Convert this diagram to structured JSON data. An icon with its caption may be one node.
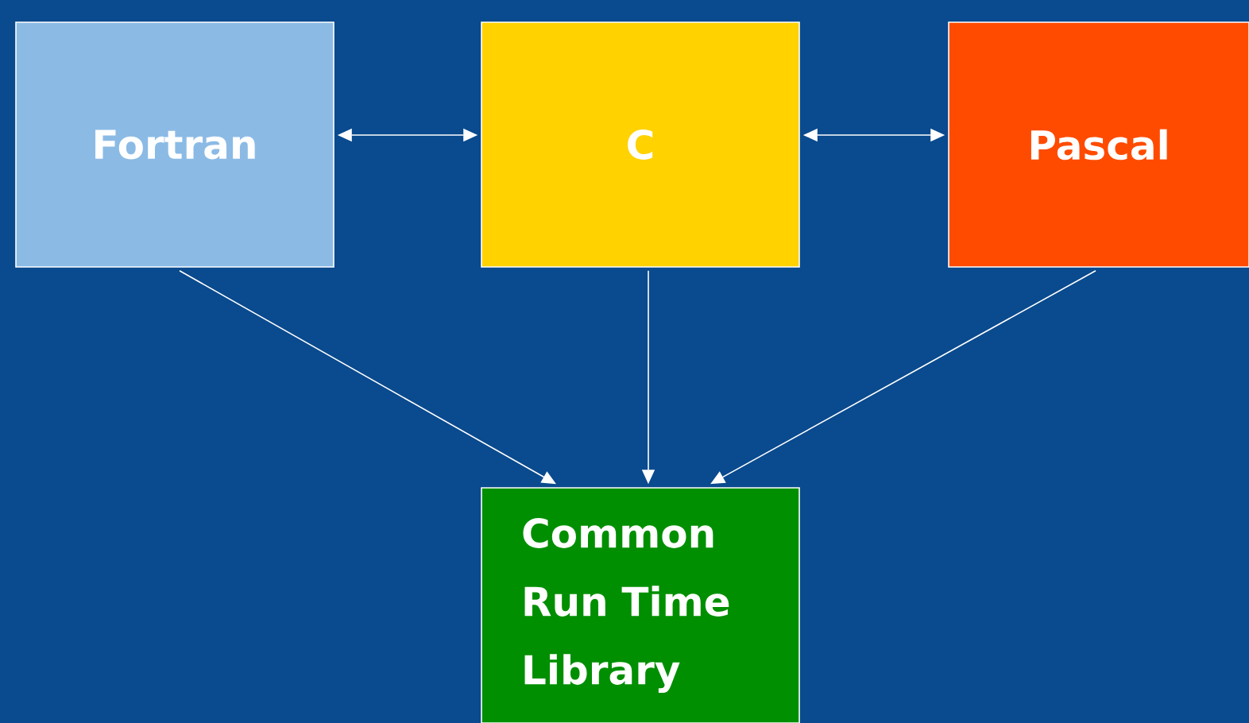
{
  "diagram": {
    "nodes": [
      {
        "text": [
          "Fortran"
        ]
      },
      {
        "text": [
          "C"
        ]
      },
      {
        "text": [
          "Pascal"
        ]
      },
      {
        "text": [
          "Common Run Time Library"
        ]
      }
    ],
    "edges": [
      {
        "from": 0,
        "to": 1,
        "arrow": "both"
      },
      {
        "from": 1,
        "to": 2,
        "arrow": "both"
      },
      {
        "from": 0,
        "to": 3,
        "arrow": "to"
      },
      {
        "from": 1,
        "to": 3,
        "arrow": "to"
      },
      {
        "from": 2,
        "to": 3,
        "arrow": "to"
      }
    ]
  }
}
